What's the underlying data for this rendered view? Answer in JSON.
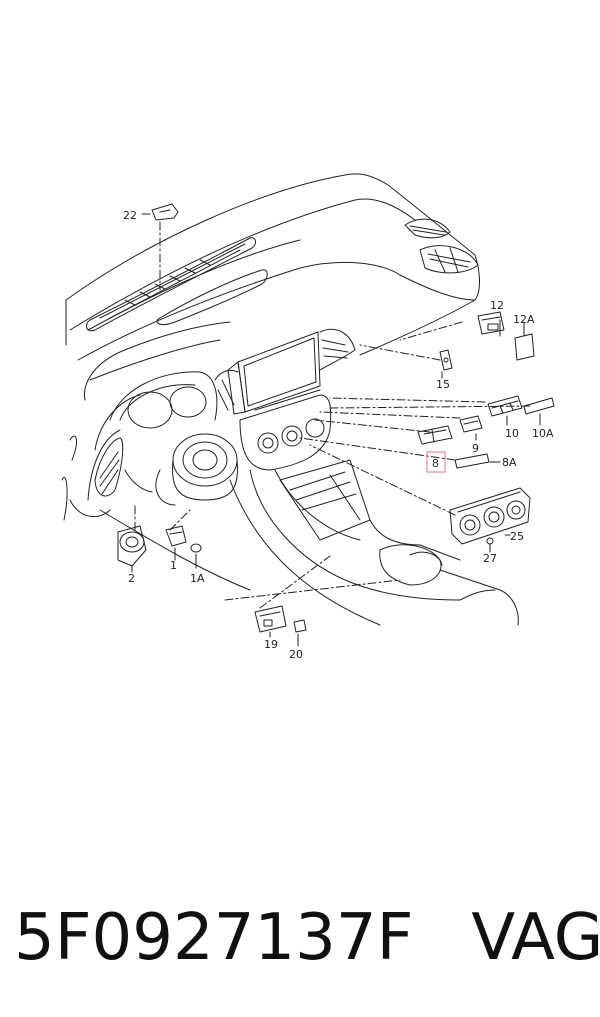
{
  "callouts": {
    "c22": "22",
    "c12": "12",
    "c12A": "12A",
    "c15": "15",
    "c9": "9",
    "c10": "10",
    "c10A": "10A",
    "c8": "8",
    "c8A": "8A",
    "c25": "25",
    "c27": "27",
    "c2": "2",
    "c1": "1",
    "c1A": "1A",
    "c19": "19",
    "c20": "20"
  },
  "highlight_color": "#e88a93",
  "caption": {
    "part_number": "5F0927137F",
    "brand": "VAG"
  }
}
